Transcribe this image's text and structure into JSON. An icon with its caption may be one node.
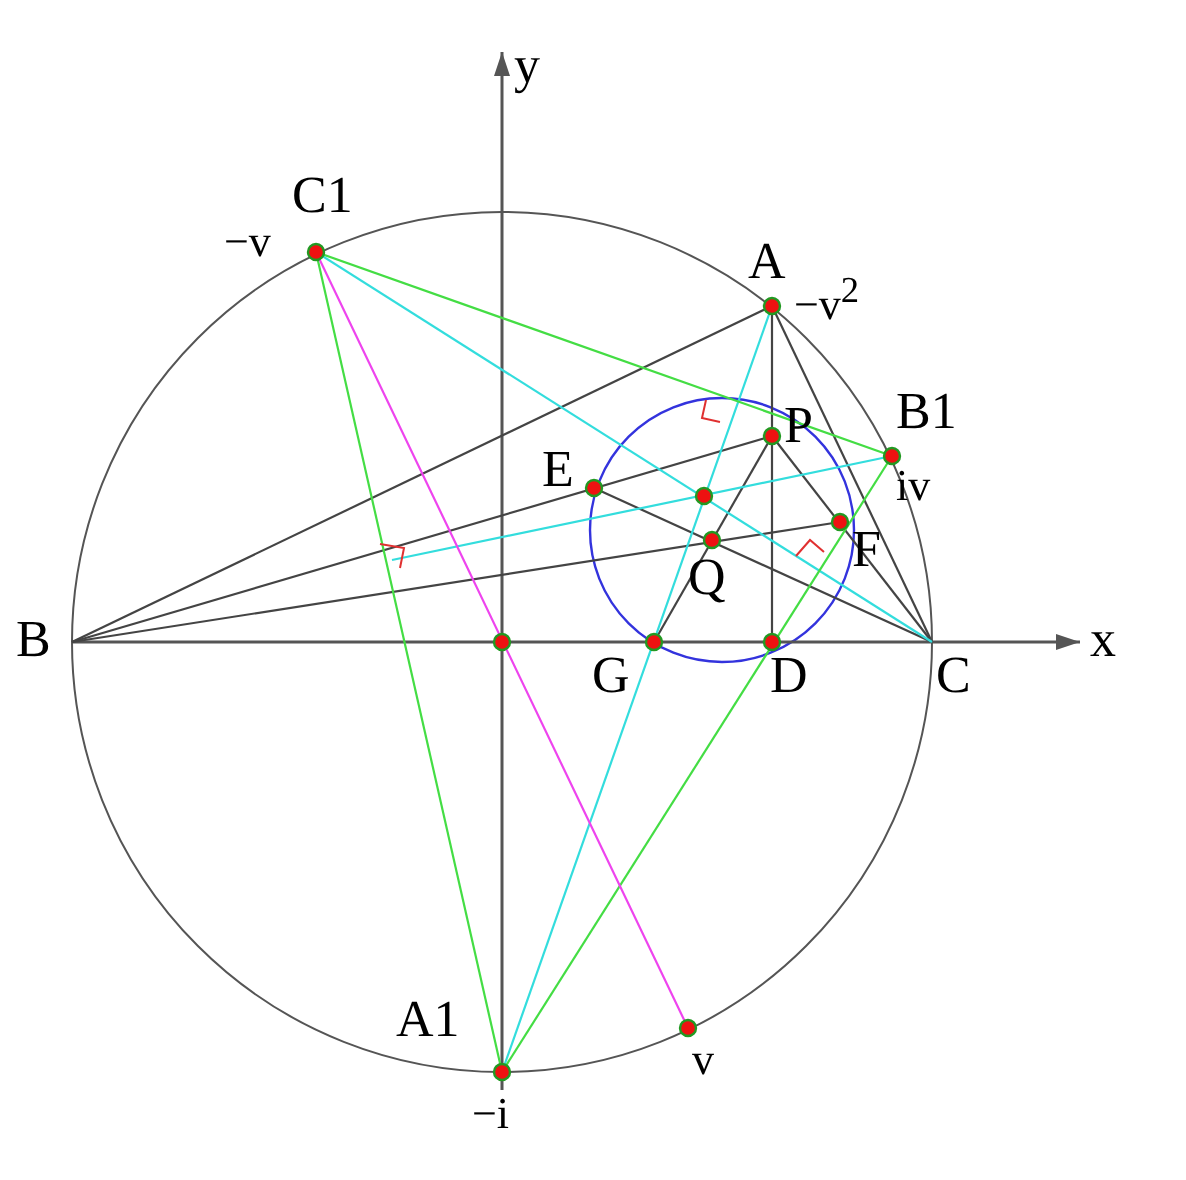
{
  "diagram": {
    "labels": [
      "y",
      "C1",
      "−v",
      "A",
      "−v$^{2}$",
      "P",
      "B1",
      "iv",
      "E",
      "F",
      "Q",
      "B",
      "G",
      "D",
      "C",
      "x",
      "A1",
      "−i",
      "v"
    ]
  }
}
